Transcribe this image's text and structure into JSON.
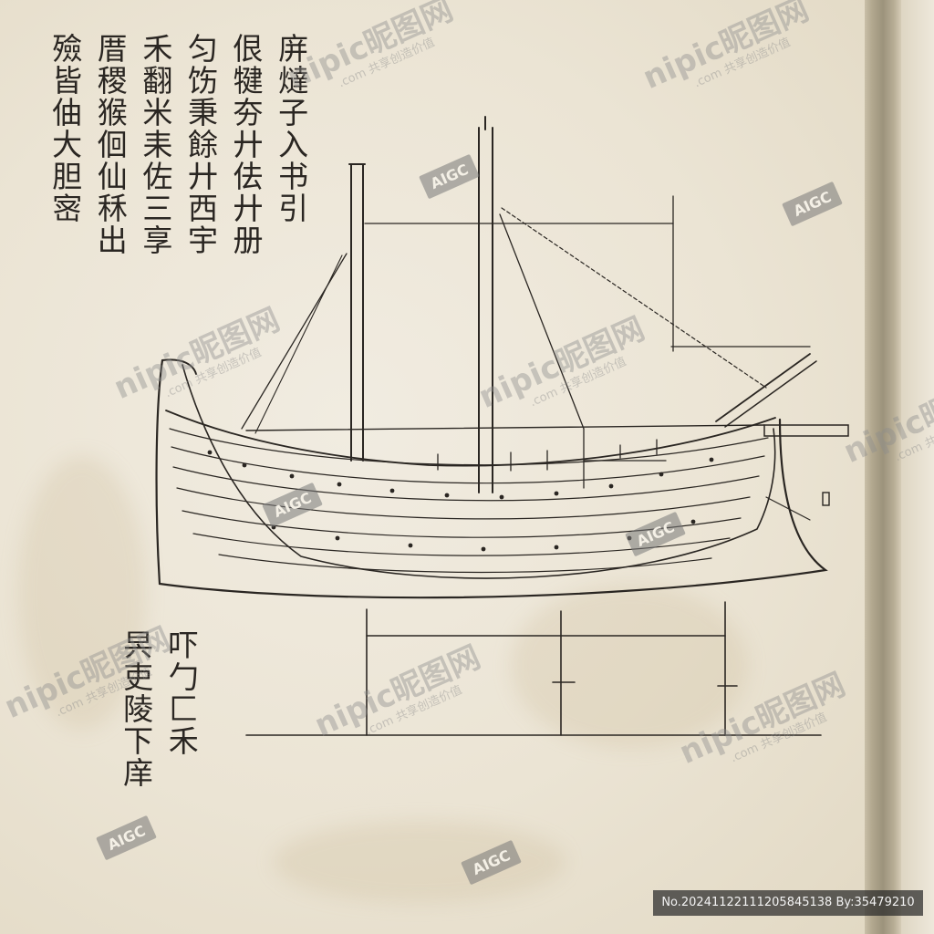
{
  "text_columns": [
    "庰燵子入书引",
    "佷犍夯廾佉廾册",
    "匀饬秉餘廾西宇",
    "禾翻米耒佐三享",
    "厝稷猴佪仙秝出",
    "殮皆伷大胆宻"
  ],
  "inscription_columns": [
    "吓勹匚禾",
    "昗吏陵下庠"
  ],
  "watermarks": {
    "brand": "nipic昵图网",
    "sub": ".com 共享创造价值",
    "aigc": "AIGC"
  },
  "caption": "No.20241122111205845138 By:35479210",
  "colors": {
    "ink": "#2a2622",
    "paper": "#ece6d6",
    "binding": "#9c937c"
  }
}
